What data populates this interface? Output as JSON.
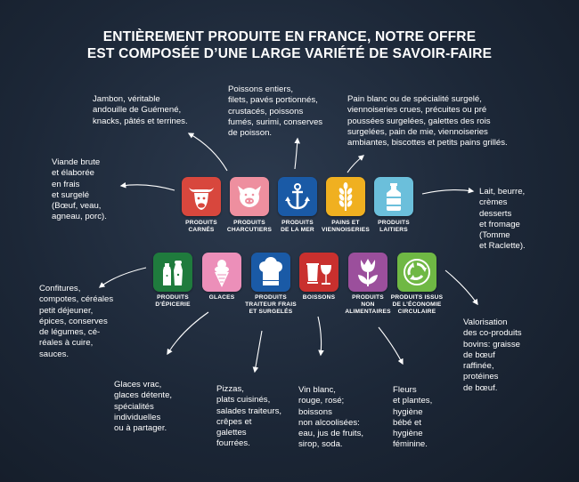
{
  "title": {
    "line1": "ENTIÈREMENT PRODUITE EN FRANCE, NOTRE OFFRE",
    "line2": "EST COMPOSÉE D’UNE LARGE VARIÉTÉ DE SAVOIR-FAIRE"
  },
  "categories": [
    {
      "id": "carnes",
      "label": [
        "PRODUITS",
        "CARNÉS"
      ],
      "color": "#d8473d",
      "icon": "bull-head-icon",
      "desc": [
        "Viande brute",
        "et élaborée",
        "en frais",
        "et surgelé",
        "(Bœuf, veau,",
        "agneau, porc)."
      ]
    },
    {
      "id": "charcutiers",
      "label": [
        "PRODUITS",
        "CHARCUTIERS"
      ],
      "color": "#ee8f9f",
      "icon": "pig-head-icon",
      "desc": [
        "Jambon, véritable",
        "andouille de Guémené,",
        "knacks, pâtés et terrines."
      ]
    },
    {
      "id": "mer",
      "label": [
        "PRODUITS",
        "DE LA MER"
      ],
      "color": "#1a5aa6",
      "icon": "anchor-icon",
      "desc": [
        "Poissons entiers,",
        "filets, pavés portionnés,",
        "crustacés, poissons",
        "fumés, surimi, conserves",
        "de poisson."
      ]
    },
    {
      "id": "pains",
      "label": [
        "PAINS ET",
        "VIENNOISERIES"
      ],
      "color": "#f0b020",
      "icon": "wheat-icon",
      "desc": [
        "Pain blanc ou de spécialité surgelé,",
        "viennoiseries crues, précuites ou pré",
        "poussées surgelées, galettes des rois",
        "surgelées, pain de mie, viennoiseries",
        "ambiantes, biscottes et petits pains grillés."
      ]
    },
    {
      "id": "laitiers",
      "label": [
        "PRODUITS",
        "LAITIERS"
      ],
      "color": "#6bbfdb",
      "icon": "milk-can-icon",
      "desc": [
        "Lait, beurre,",
        "crèmes",
        "desserts",
        "et fromage",
        "(Tomme",
        "et Raclette)."
      ]
    },
    {
      "id": "epicerie",
      "label": [
        "PRODUITS",
        "D’ÉPICERIE"
      ],
      "color": "#1f7b3d",
      "icon": "salt-pepper-icon",
      "desc": [
        "Confitures,",
        "compotes, céréales",
        "petit déjeuner,",
        "épices, conserves",
        "de légumes, cé-",
        "réales à cuire,",
        "sauces."
      ]
    },
    {
      "id": "glaces",
      "label": [
        "GLACES"
      ],
      "color": "#ec8fb9",
      "icon": "ice-cream-icon",
      "desc": [
        "Glaces vrac,",
        "glaces détente,",
        "spécialités",
        "individuelles",
        "ou à partager."
      ]
    },
    {
      "id": "traiteur",
      "label": [
        "PRODUITS",
        "TRAITEUR FRAIS",
        "ET SURGELÉS"
      ],
      "color": "#1a5aa6",
      "icon": "chef-hat-icon",
      "desc": [
        "Pizzas,",
        "plats cuisinés,",
        "salades traiteurs,",
        "crêpes et",
        "galettes",
        "fourrées."
      ]
    },
    {
      "id": "boissons",
      "label": [
        "BOISSONS"
      ],
      "color": "#c9302e",
      "icon": "drinks-icon",
      "desc": [
        "Vin blanc,",
        "rouge, rosé;",
        "boissons",
        "non alcoolisées:",
        "eau, jus de fruits,",
        "sirop, soda."
      ]
    },
    {
      "id": "non-alimentaires",
      "label": [
        "PRODUITS",
        "NON",
        "ALIMENTAIRES"
      ],
      "color": "#9b4f9c",
      "icon": "tulip-icon",
      "desc": [
        "Fleurs",
        "et plantes,",
        "hygiène",
        "bébé et",
        "hygiène",
        "féminine."
      ]
    },
    {
      "id": "economie-circulaire",
      "label": [
        "PRODUITS ISSUS",
        "DE L’ÉCONOMIE",
        "CIRCULAIRE"
      ],
      "color": "#6fb844",
      "icon": "recycle-icon",
      "desc": [
        "Valorisation",
        "des co-produits",
        "bovins: graisse",
        "de bœuf",
        "raffinée,",
        "protéines",
        "de bœuf."
      ]
    }
  ]
}
